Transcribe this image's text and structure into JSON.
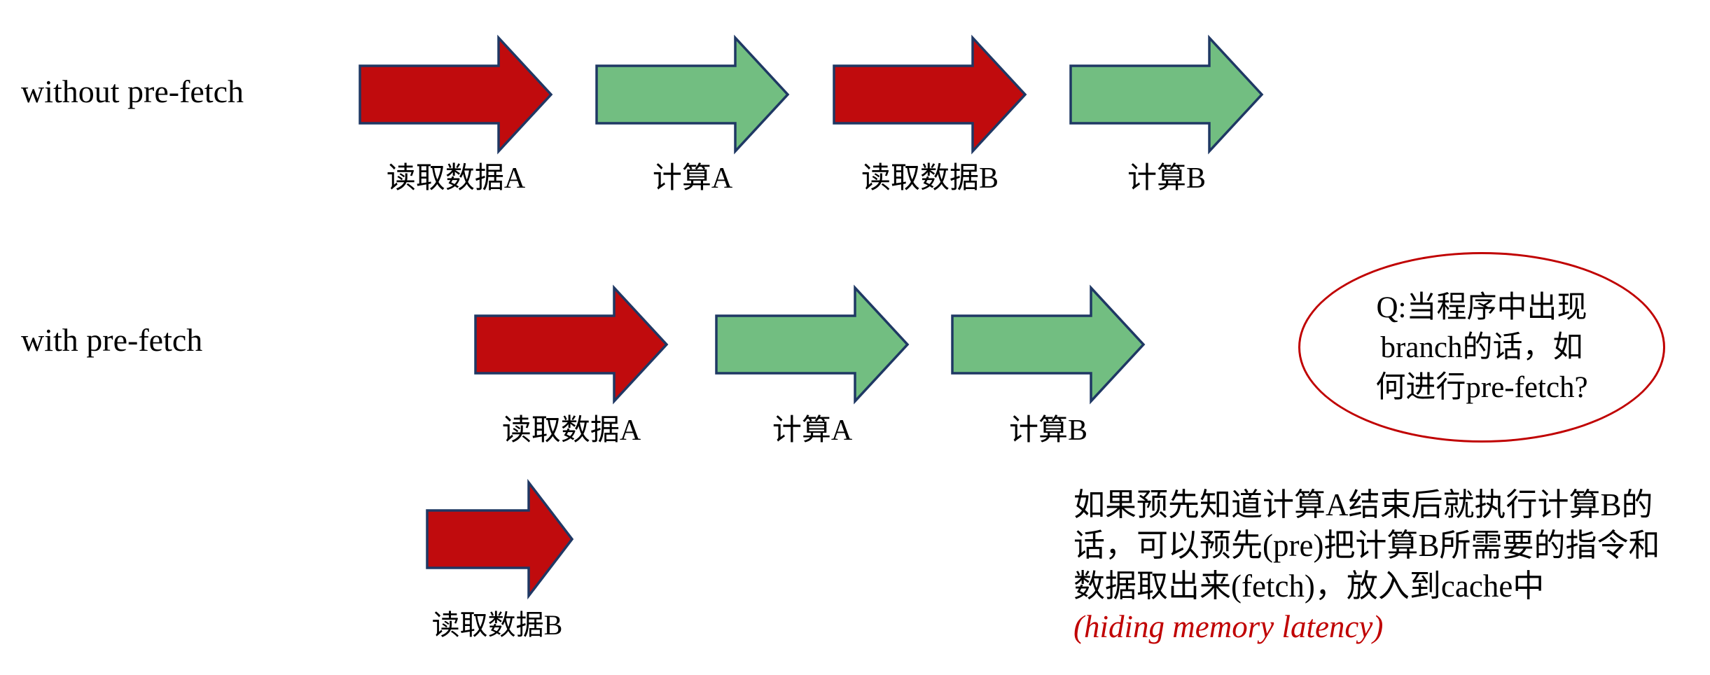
{
  "colors": {
    "arrow_red": "#C00B0D",
    "arrow_green": "#72BE81",
    "arrow_border": "#1F3864",
    "accent_red": "#C00000",
    "text": "#000000"
  },
  "rows": {
    "without_prefetch": {
      "label": "without pre-fetch",
      "steps": [
        {
          "label": "读取数据A",
          "type": "memory-read",
          "color": "red"
        },
        {
          "label": "计算A",
          "type": "compute",
          "color": "green"
        },
        {
          "label": "读取数据B",
          "type": "memory-read",
          "color": "red"
        },
        {
          "label": "计算B",
          "type": "compute",
          "color": "green"
        }
      ]
    },
    "with_prefetch": {
      "label": "with pre-fetch",
      "steps": [
        {
          "label": "读取数据A",
          "type": "memory-read",
          "color": "red"
        },
        {
          "label": "计算A",
          "type": "compute",
          "color": "green"
        },
        {
          "label": "计算B",
          "type": "compute",
          "color": "green"
        }
      ],
      "parallel_step": {
        "label": "读取数据B",
        "type": "memory-read",
        "color": "red"
      }
    }
  },
  "question_bubble": {
    "lines": [
      "Q:当程序中出现",
      "branch的话，如",
      "何进行pre-fetch?"
    ]
  },
  "note": {
    "lines": [
      "如果预先知道计算A结束后就执行计算B的",
      "话，可以预先(pre)把计算B所需要的指令和",
      "数据取出来(fetch)，放入到cache中"
    ],
    "highlight": "(hiding memory latency)"
  }
}
